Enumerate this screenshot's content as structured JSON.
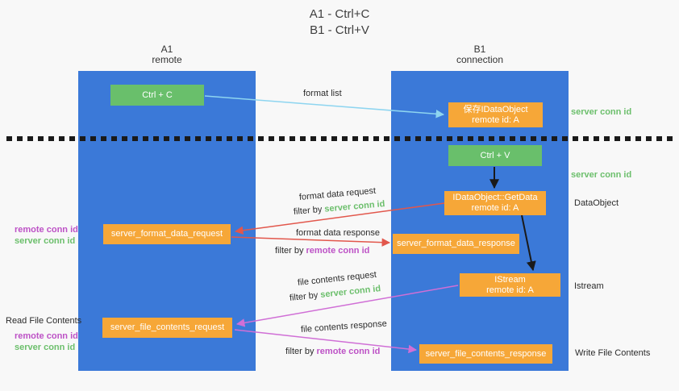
{
  "title": {
    "line1": "A1 - Ctrl+C",
    "line2": "B1 - Ctrl+V"
  },
  "lanes": {
    "left": {
      "name": "A1",
      "role": "remote"
    },
    "right": {
      "name": "B1",
      "role": "connection"
    }
  },
  "boxes": {
    "ctrl_c": "Ctrl + C",
    "ctrl_v": "Ctrl + V",
    "save_idataobject": {
      "line1": "保存IDataObject",
      "line2": "remote id: A"
    },
    "getdata": {
      "line1": "IDataObject::GetData",
      "line2": "remote id: A"
    },
    "format_request": "server_format_data_request",
    "format_response": "server_format_data_response",
    "istream": {
      "line1": "IStream",
      "line2": "remote id: A"
    },
    "file_request": "server_file_contents_request",
    "file_response": "server_file_contents_response"
  },
  "arrow_labels": {
    "format_list": "format list",
    "format_data_request": "format data request",
    "format_data_response": "format data response",
    "file_contents_request": "file contents request",
    "file_contents_response": "file contents response"
  },
  "shared": {
    "filter_by": "filter by ",
    "server_conn_id": "server conn id",
    "remote_conn_id": "remote conn id"
  },
  "side_labels": {
    "dataobject": "DataObject",
    "istream": "Istream",
    "write_file_contents": "Write File Contents",
    "read_file_contents": "Read File Contents"
  },
  "colors": {
    "lane_blue": "#3b79d8",
    "box_green": "#69bf6b",
    "box_orange": "#f6a738",
    "arrow_light_blue": "#8ed5f0",
    "arrow_red": "#e2574c",
    "arrow_magenta": "#d06fd6",
    "arrow_black": "#1a1a1a",
    "text_green": "#6cbf6c",
    "text_magenta": "#bd52c6"
  }
}
